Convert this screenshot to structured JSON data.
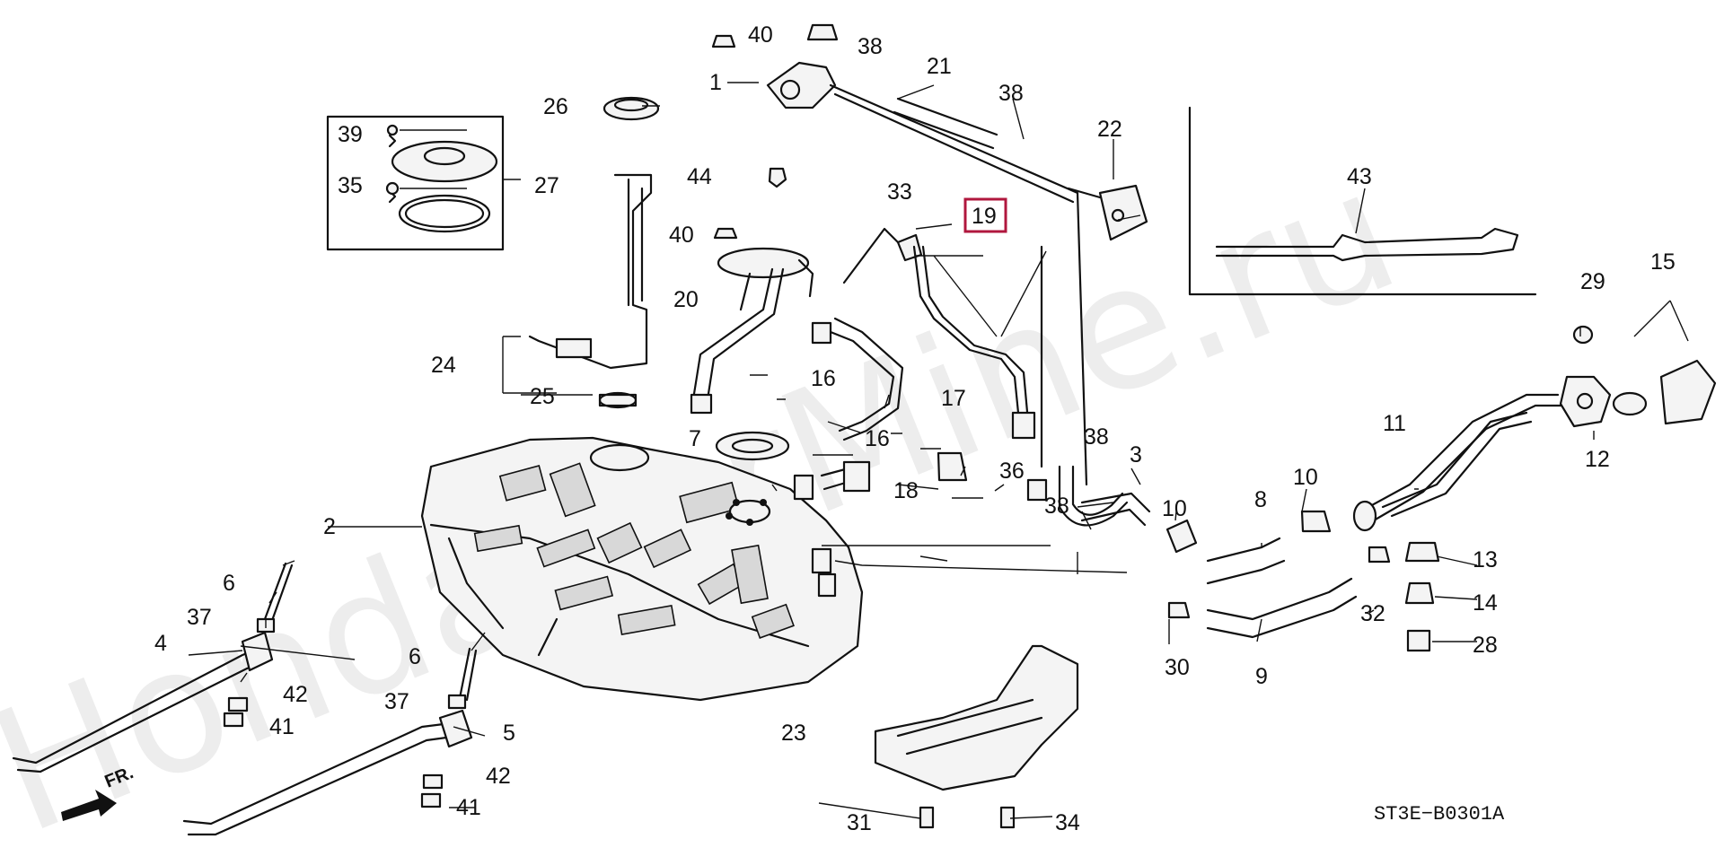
{
  "diagram": {
    "watermark": "HondaCarMine.ru",
    "code": "ST3E−B0301A",
    "front_marker": "FR.",
    "highlighted": "19",
    "labels": {
      "l1": "1",
      "l2": "2",
      "l3": "3",
      "l4": "4",
      "l5": "5",
      "l6a": "6",
      "l6b": "6",
      "l7": "7",
      "l8": "8",
      "l9": "9",
      "l10a": "10",
      "l10b": "10",
      "l11": "11",
      "l12": "12",
      "l13": "13",
      "l14": "14",
      "l15": "15",
      "l16a": "16",
      "l16b": "16",
      "l17": "17",
      "l18": "18",
      "l19": "19",
      "l20": "20",
      "l21": "21",
      "l22": "22",
      "l23": "23",
      "l24": "24",
      "l25": "25",
      "l26": "26",
      "l27": "27",
      "l28": "28",
      "l29": "29",
      "l30": "30",
      "l31": "31",
      "l32": "32",
      "l33": "33",
      "l34": "34",
      "l35": "35",
      "l36": "36",
      "l37a": "37",
      "l37b": "37",
      "l38a": "38",
      "l38b": "38",
      "l38c": "38",
      "l38d": "38",
      "l39": "39",
      "l40a": "40",
      "l40b": "40",
      "l41a": "41",
      "l41b": "41",
      "l42a": "42",
      "l42b": "42",
      "l43": "43",
      "l44": "44"
    }
  }
}
